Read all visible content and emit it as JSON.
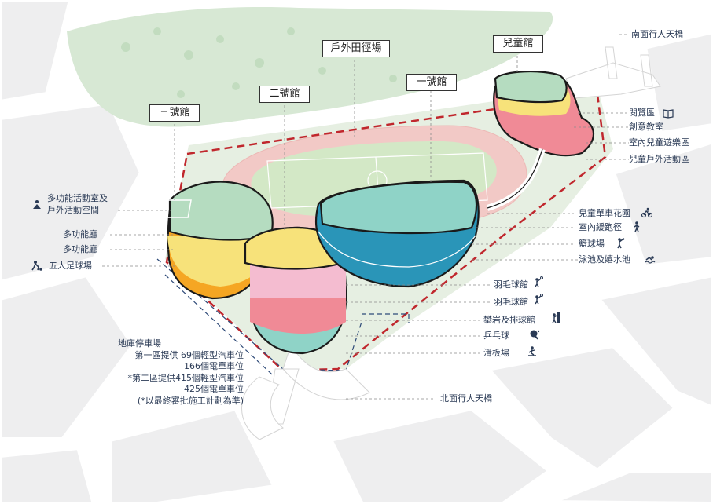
{
  "buildings": {
    "b1": "一號館",
    "b2": "二號館",
    "b3": "三號館",
    "kids": "兒童館",
    "track": "戶外田徑場"
  },
  "left_labels": {
    "multi_activity_1": "多功能活動室及",
    "multi_activity_2": "戶外活動空間",
    "multi_hall_a": "多功能廳",
    "multi_hall_b": "多功能廳",
    "futsal": "五人足球場"
  },
  "parking": {
    "line1": "地庫停車場",
    "line2": "第一區提供  69個輕型汽車位",
    "line3": "166個電單車位",
    "line4": "*第二區提供415個輕型汽車位",
    "line5": "425個電單車位",
    "line6": "(*以最終審批施工計劃為準)"
  },
  "right_labels": {
    "south_bridge": "南面行人天橋",
    "reading": "閱覽區",
    "creative": "創意教室",
    "indoor_play": "室內兒童遊樂區",
    "outdoor_kids": "兒童戶外活動區",
    "kids_bike": "兒童單車花園",
    "jogging": "室內緩跑徑",
    "basketball": "籃球場",
    "pool": "泳池及嬉水池",
    "badminton_1": "羽毛球館",
    "badminton_2": "羽毛球館",
    "climbing": "攀岩及排球館",
    "pingpong": "乒乓球",
    "skate": "滑板場",
    "north_bridge": "北面行人天橋"
  },
  "colors": {
    "green": "#b5dcc0",
    "yellow": "#f7e27a",
    "pink": "#f4bcd0",
    "red": "#f08a96",
    "teal": "#8fd3c7",
    "blue": "#2a95b8",
    "site_line": "#c0272d",
    "label_text": "#2a3a55"
  },
  "icons": [
    "book-icon",
    "yoga-icon",
    "soccer-icon",
    "bike-icon",
    "walk-icon",
    "basketball-icon",
    "swim-icon",
    "badminton-icon",
    "climb-icon",
    "pingpong-icon",
    "skate-icon"
  ]
}
